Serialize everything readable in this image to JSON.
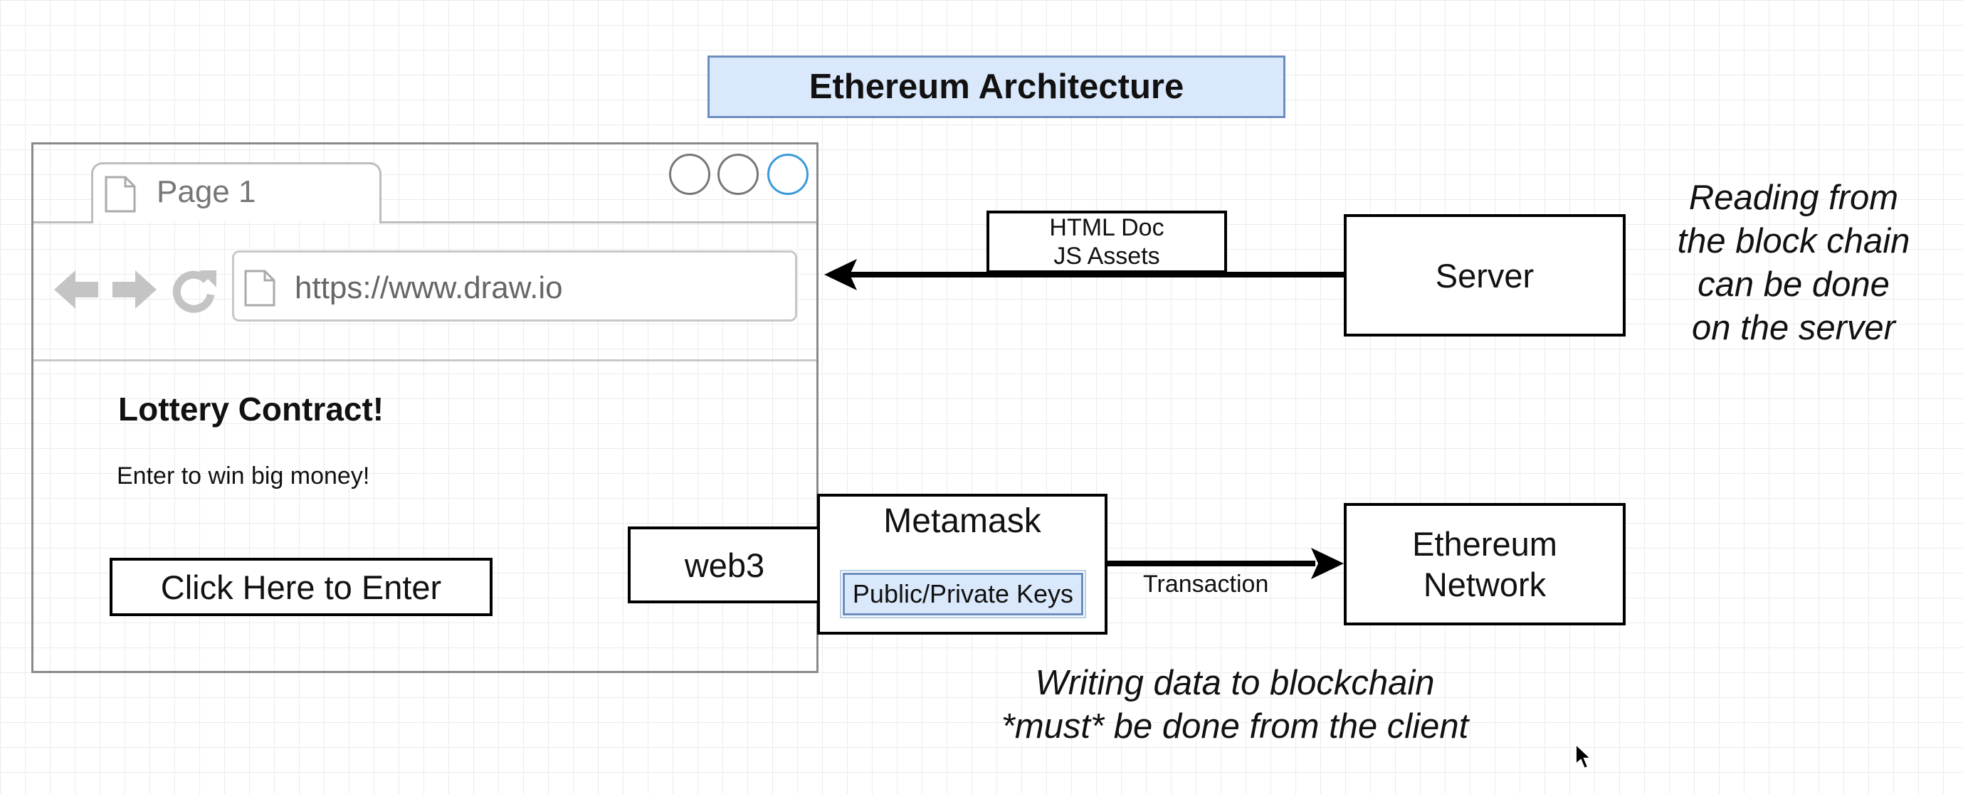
{
  "title": "Ethereum Architecture",
  "browser": {
    "tab_label": "Page 1",
    "url": "https://www.draw.io",
    "page": {
      "heading": "Lottery Contract!",
      "subtext": "Enter to win big money!",
      "button_label": "Click Here to Enter"
    }
  },
  "nodes": {
    "web3": "web3",
    "metamask": "Metamask",
    "keys": "Public/Private Keys",
    "server": "Server",
    "ethereum_line1": "Ethereum",
    "ethereum_line2": "Network",
    "payload_line1": "HTML Doc",
    "payload_line2": "JS Assets"
  },
  "edges": {
    "transaction_label": "Transaction"
  },
  "notes": {
    "read": [
      "Reading from",
      "the block chain",
      "can be done",
      "on the server"
    ],
    "write": [
      "Writing data to blockchain",
      "*must* be done from the client"
    ]
  },
  "colors": {
    "title_fill": "#dae8fc",
    "title_stroke": "#6c8ebf",
    "active_window_button": "#3a9ad9"
  },
  "icons": [
    "page-icon",
    "back-arrow-icon",
    "forward-arrow-icon",
    "refresh-icon",
    "url-page-icon",
    "mouse-cursor-icon"
  ]
}
